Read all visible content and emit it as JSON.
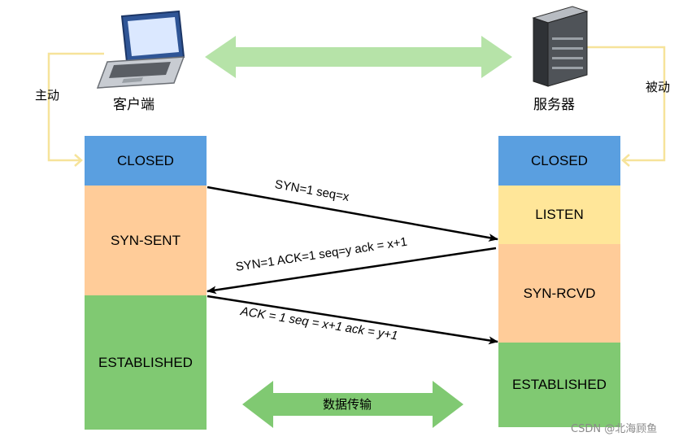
{
  "client": {
    "label": "客户端",
    "initiation": "主动",
    "states": [
      "CLOSED",
      "SYN-SENT",
      "ESTABLISHED"
    ]
  },
  "server": {
    "label": "服务器",
    "initiation": "被动",
    "states": [
      "CLOSED",
      "LISTEN",
      "SYN-RCVD",
      "ESTABLISHED"
    ]
  },
  "messages": [
    {
      "text": "SYN=1  seq=x",
      "direction": "client-to-server"
    },
    {
      "text": "SYN=1 ACK=1 seq=y ack = x+1",
      "direction": "server-to-client"
    },
    {
      "text": "ACK = 1 seq = x+1 ack = y+1",
      "direction": "client-to-server"
    }
  ],
  "data_transfer": "数据传输",
  "watermark": "CSDN @北海顾鱼",
  "colors": {
    "closed": "#5a9fe0",
    "syn_sent": "#ffcc99",
    "listen": "#ffe699",
    "syn_rcvd": "#ffcc99",
    "established": "#80c972",
    "arrow_light": "#b6e3a8",
    "arrow_dark": "#80c972",
    "connector": "#f6e39a"
  }
}
